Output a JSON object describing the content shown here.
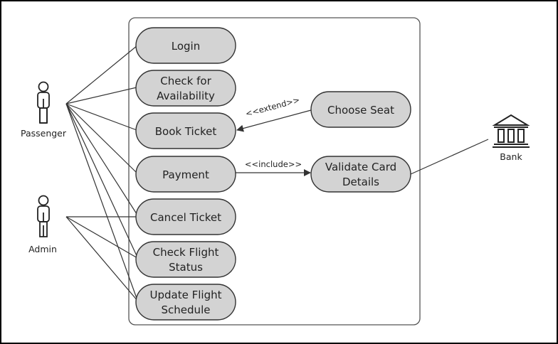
{
  "actors": {
    "passenger": "Passenger",
    "admin": "Admin",
    "bank": "Bank"
  },
  "use_cases": {
    "login": [
      "Login"
    ],
    "check_availability": [
      "Check for",
      "Availability"
    ],
    "book_ticket": [
      "Book Ticket"
    ],
    "payment": [
      "Payment"
    ],
    "cancel_ticket": [
      "Cancel Ticket"
    ],
    "check_flight_status": [
      "Check Flight",
      "Status"
    ],
    "update_flight_schedule": [
      "Update Flight",
      "Schedule"
    ],
    "choose_seat": [
      "Choose Seat"
    ],
    "validate_card": [
      "Validate Card",
      "Details"
    ]
  },
  "relations": {
    "extend": "<<extend>>",
    "include": "<<include>>"
  },
  "colors": {
    "use_case_fill": "#d3d3d3",
    "stroke": "#333333",
    "frame": "#000000"
  }
}
